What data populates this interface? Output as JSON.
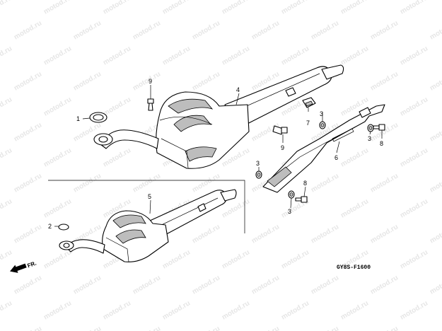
{
  "diagram": {
    "code": "GY8S-F1600",
    "direction_label": "FR.",
    "watermark": "motod.ru",
    "colors": {
      "line": "#000000",
      "shade": "#bdbdbd",
      "watermark": "#e6e6e6",
      "background": "#ffffff"
    }
  },
  "callouts": [
    {
      "id": "1",
      "text": "1"
    },
    {
      "id": "2",
      "text": "2"
    },
    {
      "id": "3a",
      "text": "3"
    },
    {
      "id": "3b",
      "text": "3"
    },
    {
      "id": "3c",
      "text": "3"
    },
    {
      "id": "3d",
      "text": "3"
    },
    {
      "id": "4",
      "text": "4"
    },
    {
      "id": "5",
      "text": "5"
    },
    {
      "id": "6",
      "text": "6"
    },
    {
      "id": "7",
      "text": "7"
    },
    {
      "id": "8a",
      "text": "8"
    },
    {
      "id": "8b",
      "text": "8"
    },
    {
      "id": "9a",
      "text": "9"
    },
    {
      "id": "9b",
      "text": "9"
    }
  ]
}
